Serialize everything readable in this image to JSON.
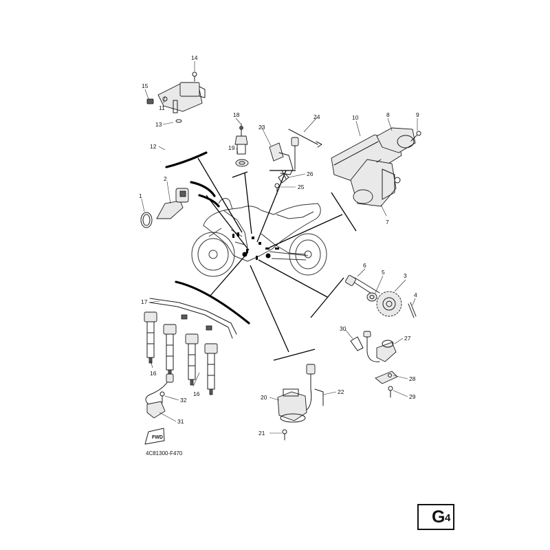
{
  "diagram": {
    "drawing_code": "4C81300-F470",
    "page_letter": "G",
    "page_number": "4",
    "fwd_label": "FWD",
    "callouts": [
      {
        "id": "c1",
        "label": "1"
      },
      {
        "id": "c2",
        "label": "2"
      },
      {
        "id": "c3",
        "label": "3"
      },
      {
        "id": "c4",
        "label": "4"
      },
      {
        "id": "c5",
        "label": "5"
      },
      {
        "id": "c6",
        "label": "6"
      },
      {
        "id": "c7",
        "label": "7"
      },
      {
        "id": "c8",
        "label": "8"
      },
      {
        "id": "c9",
        "label": "9"
      },
      {
        "id": "c10",
        "label": "10"
      },
      {
        "id": "c11",
        "label": "11"
      },
      {
        "id": "c12",
        "label": "12"
      },
      {
        "id": "c13",
        "label": "13"
      },
      {
        "id": "c14",
        "label": "14"
      },
      {
        "id": "c15",
        "label": "15"
      },
      {
        "id": "c16a",
        "label": "16"
      },
      {
        "id": "c16b",
        "label": "16"
      },
      {
        "id": "c17",
        "label": "17"
      },
      {
        "id": "c18",
        "label": "18"
      },
      {
        "id": "c19",
        "label": "19"
      },
      {
        "id": "c20",
        "label": "20"
      },
      {
        "id": "c21",
        "label": "21"
      },
      {
        "id": "c22",
        "label": "22"
      },
      {
        "id": "c23",
        "label": "23"
      },
      {
        "id": "c24",
        "label": "24"
      },
      {
        "id": "c25",
        "label": "25"
      },
      {
        "id": "c26",
        "label": "26"
      },
      {
        "id": "c27",
        "label": "27"
      },
      {
        "id": "c28",
        "label": "28"
      },
      {
        "id": "c29",
        "label": "29"
      },
      {
        "id": "c30",
        "label": "30"
      },
      {
        "id": "c31",
        "label": "31"
      },
      {
        "id": "c32",
        "label": "32"
      }
    ]
  }
}
